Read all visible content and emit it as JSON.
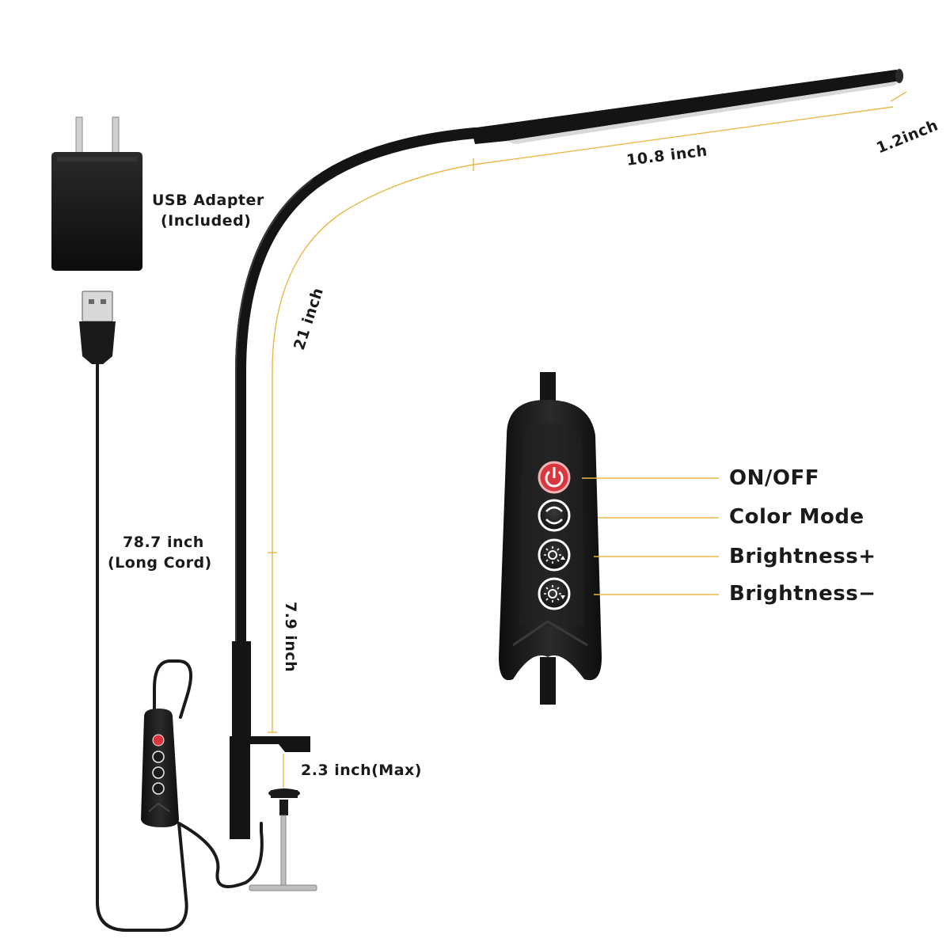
{
  "labels": {
    "adapter_line1": "USB Adapter",
    "adapter_line2": "(Included)",
    "cord_line1": "78.7 inch",
    "cord_line2": "(Long Cord)",
    "head_length": "10.8 inch",
    "head_width": "1.2inch",
    "neck_length": "21 inch",
    "arm_length": "7.9 inch",
    "clamp_opening": "2.3 inch(Max)"
  },
  "controller": {
    "buttons": [
      {
        "label": "ON/OFF",
        "icon": "power-icon"
      },
      {
        "label": "Color Mode",
        "icon": "color-mode-icon"
      },
      {
        "label": "Brightness+",
        "icon": "brightness-up-icon"
      },
      {
        "label": "Brightness−",
        "icon": "brightness-down-icon"
      }
    ]
  },
  "colors": {
    "dimension_line": "#e8b84a",
    "lamp_body": "#141414",
    "power_red": "#d9363e"
  }
}
